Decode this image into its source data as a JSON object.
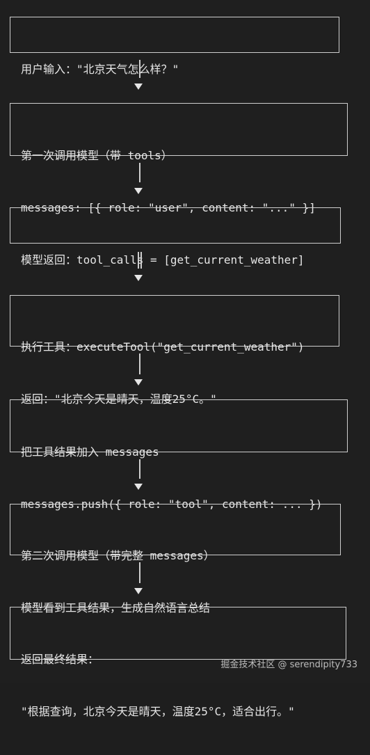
{
  "steps": [
    {
      "lines": [
        "用户输入：\"北京天气怎么样？\""
      ]
    },
    {
      "lines": [
        "第一次调用模型（带 tools）",
        "messages: [{ role: \"user\", content: \"...\" }]"
      ]
    },
    {
      "lines": [
        "模型返回：tool_calls = [get_current_weather]"
      ]
    },
    {
      "lines": [
        "执行工具：executeTool(\"get_current_weather\")",
        "返回：\"北京今天是晴天，温度25°C。\""
      ]
    },
    {
      "lines": [
        "把工具结果加入 messages",
        "messages.push({ role: \"tool\", content: ... })"
      ]
    },
    {
      "lines": [
        "第二次调用模型（带完整 messages）",
        "模型看到工具结果，生成自然语言总结"
      ]
    },
    {
      "lines": [
        "返回最终结果：",
        "\"根据查询，北京今天是晴天，温度25°C，适合出行。\""
      ]
    }
  ],
  "watermark": "掘金技术社区 @ serendipity733"
}
